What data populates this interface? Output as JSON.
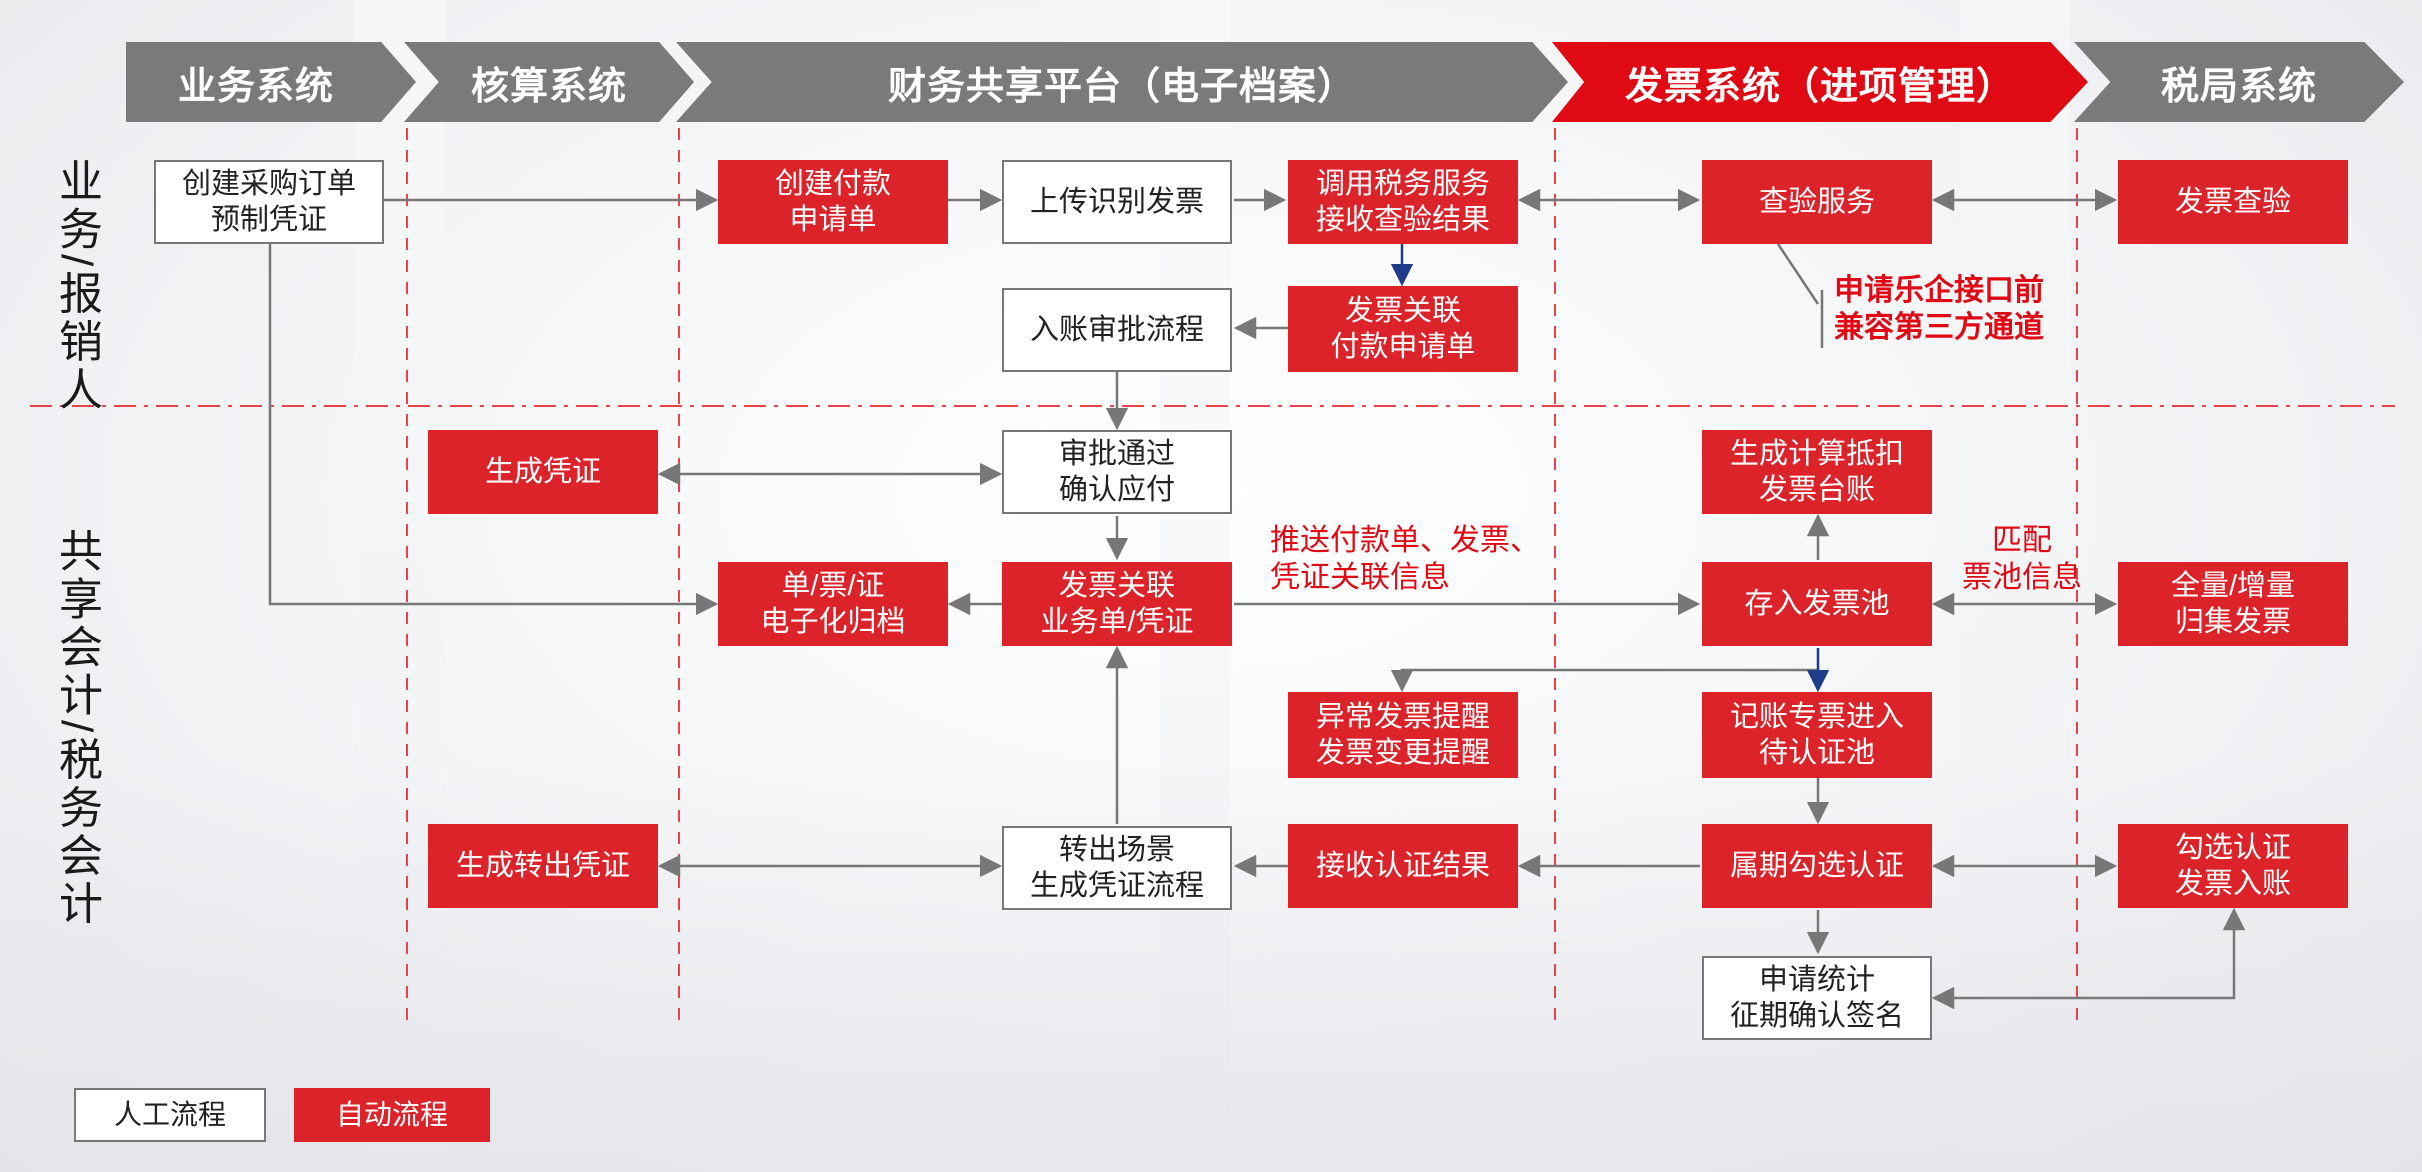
{
  "headers": [
    "业务系统",
    "核算系统",
    "财务共享平台（电子档案）",
    "发票系统（进项管理）",
    "税局系统"
  ],
  "roles": {
    "top": "业务/报销人",
    "bottom": "共享会计/税务会计"
  },
  "boxes": {
    "create_po": "创建采购订单\n预制凭证",
    "create_payment": "创建付款\n申请单",
    "upload_invoice": "上传识别发票",
    "call_tax_service": "调用税务服务\n接收查验结果",
    "verify_service": "查验服务",
    "invoice_check": "发票查验",
    "booking_approval": "入账审批流程",
    "link_payment": "发票关联\n付款申请单",
    "gen_voucher": "生成凭证",
    "approve_confirm": "审批通过\n确认应付",
    "gen_ledger": "生成计算抵扣\n发票台账",
    "archive": "单/票/证\n电子化归档",
    "link_business": "发票关联\n业务单/凭证",
    "invoice_pool": "存入发票池",
    "collect": "全量/增量\n归集发票",
    "alerts": "异常发票提醒\n发票变更提醒",
    "to_cert_pool": "记账专票进入\n待认证池",
    "gen_transfer": "生成转出凭证",
    "transfer_scene": "转出场景\n生成凭证流程",
    "receive_cert": "接收认证结果",
    "period_select": "属期勾选认证",
    "select_cert": "勾选认证\n发票入账",
    "apply_stats": "申请统计\n征期确认签名"
  },
  "notes": {
    "interface": "申请乐企接口前\n兼容第三方通道",
    "push": "推送付款单、发票、\n凭证关联信息",
    "match": "匹配\n票池信息"
  },
  "legend": {
    "manual": "人工流程",
    "auto": "自动流程"
  },
  "colors": {
    "auto": "#dc232a",
    "header_gray": "#7a7a7a",
    "header_red": "#e00a15",
    "arrow": "#777777",
    "arrow_blue": "#1f3c88",
    "divider": "#e8434a"
  }
}
